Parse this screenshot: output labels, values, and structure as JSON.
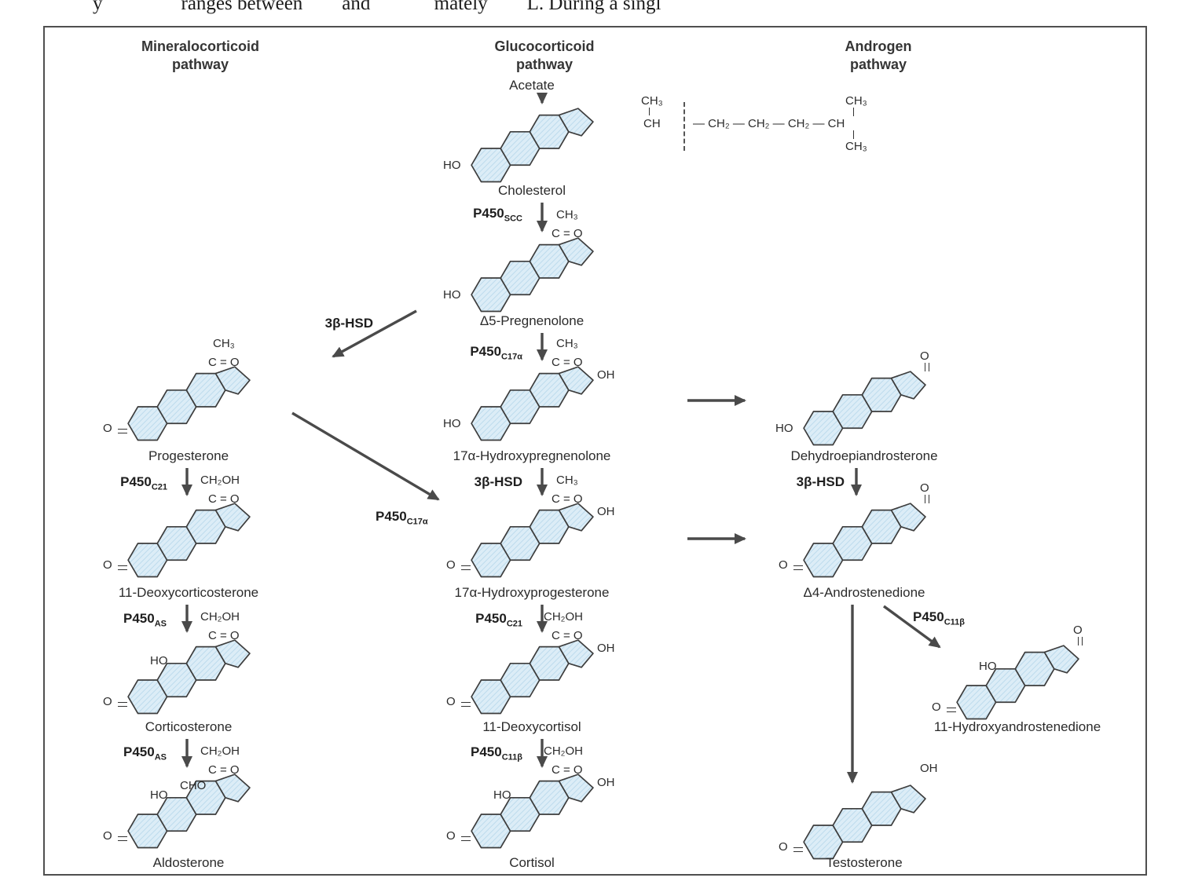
{
  "top_text": "y                ranges between        and             mately        L. During a singl",
  "headers": {
    "mineralocorticoid": {
      "line1": "Mineralocorticoid",
      "line2": "pathway"
    },
    "glucocorticoid": {
      "line1": "Glucocorticoid",
      "line2": "pathway"
    },
    "androgen": {
      "line1": "Androgen",
      "line2": "pathway"
    }
  },
  "compounds": {
    "acetate": "Acetate",
    "cholesterol": "Cholesterol",
    "pregnenolone": "Δ5-Pregnenolone",
    "hydroxypregnenolone": "17α-Hydroxypregnenolone",
    "hydroxyprogesterone": "17α-Hydroxyprogesterone",
    "deoxycortisol": "11-Deoxycortisol",
    "cortisol": "Cortisol",
    "progesterone": "Progesterone",
    "deoxycorticosterone": "11-Deoxycorticosterone",
    "corticosterone": "Corticosterone",
    "aldosterone": "Aldosterone",
    "dhea": "Dehydroepiandrosterone",
    "androstenedione": "Δ4-Androstenedione",
    "hydroxyandrostenedione": "11-Hydroxyandrostenedione",
    "testosterone": "Testosterone"
  },
  "enzymes": {
    "scc": {
      "base": "P450",
      "sub": "SCC"
    },
    "c17a": {
      "base": "P450",
      "sub": "C17α"
    },
    "c21": {
      "base": "P450",
      "sub": "C21"
    },
    "as": {
      "base": "P450",
      "sub": "AS"
    },
    "c11b": {
      "base": "P450",
      "sub": "C11β"
    },
    "hsd": {
      "base": "3β-HSD",
      "sub": ""
    }
  },
  "groups": {
    "ch3": "CH₃",
    "c_o": "C = O",
    "ch2oh": "CH₂OH",
    "oh": "OH",
    "ho": "HO",
    "o": "O",
    "cho": "CHO",
    "ch": "CH",
    "chain": "— CH₂ — CH₂ — CH₂ — CH"
  },
  "colors": {
    "ring_fill": "#dcedf7",
    "ring_hatch": "#b5d6ea",
    "ring_stroke": "#3d3d3d",
    "arrow": "#4a4a4a"
  }
}
